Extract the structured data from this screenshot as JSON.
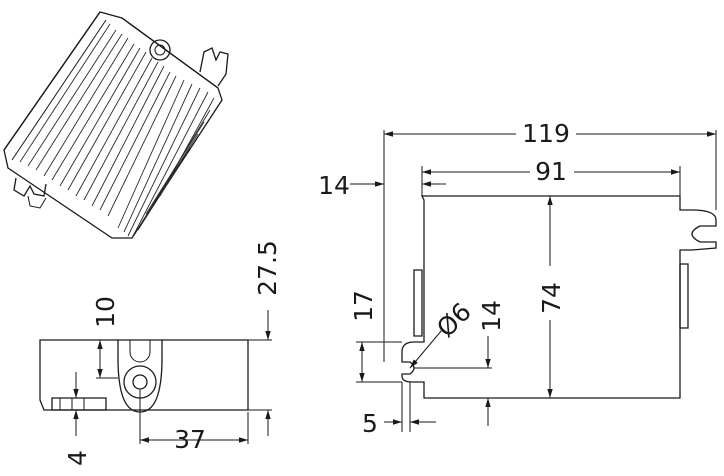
{
  "dimensions": {
    "overall_length": "119",
    "body_length": "91",
    "tab_offset": "14",
    "height": "74",
    "slot_height": "17",
    "slot_diameter": "Ø6",
    "slot_center": "14",
    "slot_width": "5",
    "side_height": "27.5",
    "side_hole_offset": "10",
    "side_hole_distance": "37",
    "side_base": "4"
  },
  "colors": {
    "line": "#1a1a1a",
    "background": "#ffffff"
  }
}
